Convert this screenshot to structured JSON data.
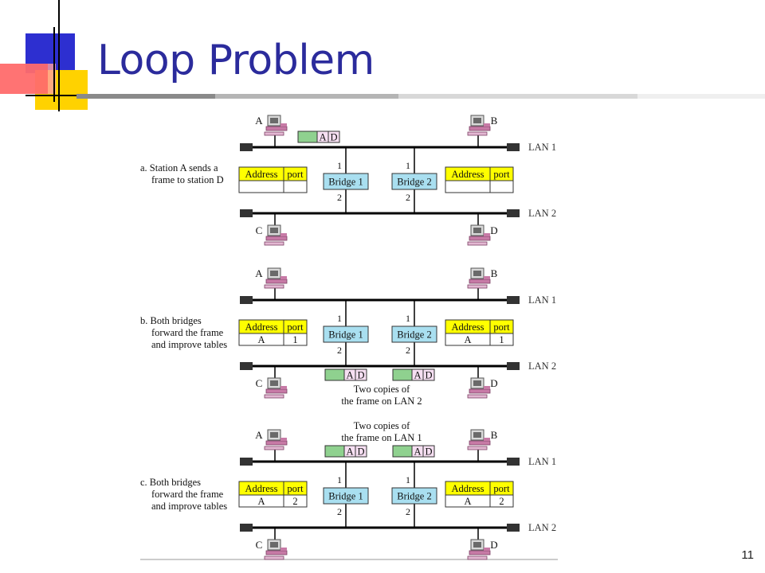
{
  "title": "Loop Problem",
  "page_number": "11",
  "colors": {
    "title": "#2b2b9c",
    "table_header": "#ffff00",
    "bridge": "#a9dff0",
    "frame_green": "#8fd18f",
    "frame_pink": "#f6dff2",
    "computer": "#c77aa6"
  },
  "icons": [
    "computer-icon",
    "lan-terminator-icon",
    "slide-corner-logo"
  ],
  "lan_labels": [
    "LAN 1",
    "LAN 2"
  ],
  "stations": [
    "A",
    "B",
    "C",
    "D"
  ],
  "bridge_labels": [
    "Bridge 1",
    "Bridge 2"
  ],
  "port_labels": [
    "1",
    "2"
  ],
  "table_headers": [
    "Address",
    "port"
  ],
  "frame_labels": [
    "A",
    "D"
  ],
  "panels": [
    {
      "caption": [
        "a. Station A sends a",
        "frame to station D"
      ],
      "table_rows": [
        [
          "",
          ""
        ],
        [
          "",
          ""
        ]
      ],
      "note_lan1": [],
      "note_lan2": []
    },
    {
      "caption": [
        "b. Both bridges",
        "forward the frame",
        "and improve tables"
      ],
      "table_rows": [
        [
          "A",
          "1"
        ],
        [
          "A",
          "1"
        ]
      ],
      "note_lan1": [],
      "note_lan2": [
        "Two copies of",
        "the frame on LAN 2"
      ]
    },
    {
      "caption": [
        "c. Both bridges",
        "forward the frame",
        "and improve tables"
      ],
      "table_rows": [
        [
          "A",
          "2"
        ],
        [
          "A",
          "2"
        ]
      ],
      "note_lan1": [
        "Two copies of",
        "the frame on LAN 1"
      ],
      "note_lan2": []
    }
  ]
}
